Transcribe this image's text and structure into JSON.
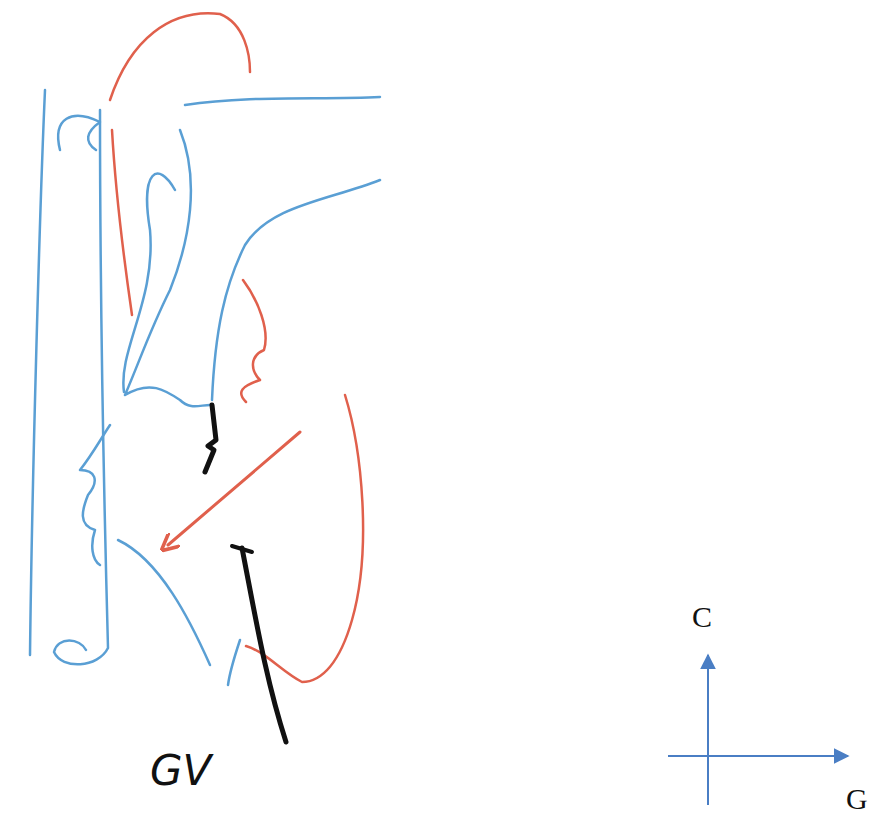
{
  "diagram": {
    "labels": [
      "GV",
      "C",
      "G"
    ]
  }
}
